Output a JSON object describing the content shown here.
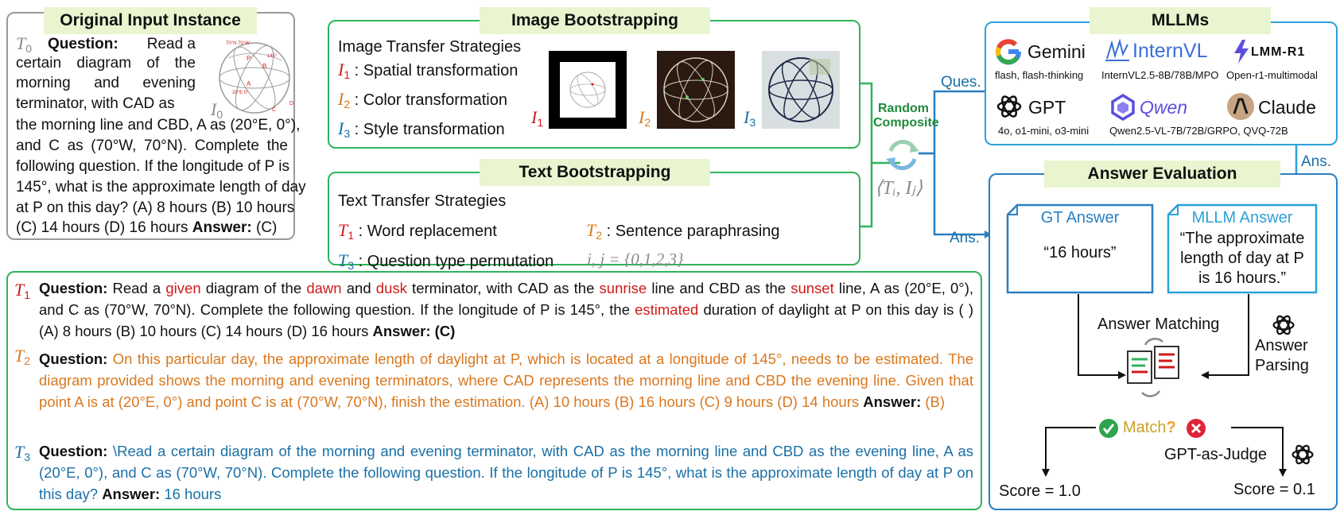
{
  "original": {
    "title": "Original Input Instance",
    "t0": "T",
    "t0_sub": "0",
    "question_label": "Question:",
    "lines_narrow": [
      "Read a",
      "certain diagram of the",
      "morning and evening",
      "terminator, with CAD as"
    ],
    "lines_full": [
      "the morning line and CBD, A as (20°E, 0°),",
      "and C as (70°W, 70°N). Complete the",
      "following question. If the longitude of P is",
      "145°, what is the approximate length of day",
      "at P on this day? (A) 8 hours  (B) 10 hours",
      "(C) 14 hours  (D) 16 hours"
    ],
    "answer_label": "Answer:",
    "answer_value": "(C)",
    "i0": "I",
    "i0_sub": "0",
    "globe_labels": [
      "70°N 70°W",
      "145°",
      "B",
      "P",
      "A",
      "20°E 0°",
      "C",
      "D"
    ]
  },
  "image_boot": {
    "title": "Image Bootstrapping",
    "heading": "Image Transfer Strategies",
    "items": [
      {
        "sym": "I",
        "sub": "1",
        "text": " : Spatial transformation",
        "color": "#d01b1b"
      },
      {
        "sym": "I",
        "sub": "2",
        "text": " : Color transformation",
        "color": "#d9781f"
      },
      {
        "sym": "I",
        "sub": "3",
        "text": " : Style transformation",
        "color": "#1a70a6"
      }
    ],
    "thumbs": [
      {
        "sym": "I",
        "sub": "1",
        "color": "#d01b1b"
      },
      {
        "sym": "I",
        "sub": "2",
        "color": "#d9781f"
      },
      {
        "sym": "I",
        "sub": "3",
        "color": "#1a70a6"
      }
    ]
  },
  "text_boot": {
    "title": "Text Bootstrapping",
    "heading": "Text Transfer Strategies",
    "items": [
      {
        "sym": "T",
        "sub": "1",
        "text": " : Word replacement",
        "color": "#d01b1b"
      },
      {
        "sym": "T",
        "sub": "2",
        "text": " : Sentence paraphrasing",
        "color": "#d9781f"
      },
      {
        "sym": "T",
        "sub": "3",
        "text": " : Question type permutation",
        "color": "#1a70a6"
      }
    ],
    "index_formula": "i, j = {0,1,2,3}"
  },
  "composite": {
    "label_line1": "Random",
    "label_line2": "Composite",
    "pair": "⟨Tᵢ, Iⱼ⟩",
    "ques": "Ques.",
    "ans_left": "Ans.",
    "ans_right": "Ans."
  },
  "mllms": {
    "title": "MLLMs",
    "models": [
      {
        "name": "Gemini",
        "variants": "flash, flash-thinking",
        "color": "#333333"
      },
      {
        "name": "InternVL",
        "variants": "InternVL2.5-8B/78B/MPO",
        "color": "#3b6fd8"
      },
      {
        "name": "LMM-R1",
        "variants": "Open-r1-multimodal",
        "color": "#222222"
      },
      {
        "name": "GPT",
        "variants": "4o, o1-mini, o3-mini",
        "color": "#111111"
      },
      {
        "name": "Qwen",
        "variants": "Qwen2.5-VL-7B/72B/GRPO, QVQ-72B",
        "color": "#5b4fe0"
      },
      {
        "name": "Claude",
        "variants": "",
        "color": "#111111"
      }
    ]
  },
  "evaluation": {
    "title": "Answer Evaluation",
    "gt_title": "GT Answer",
    "gt_value": "“16 hours”",
    "mllm_title": "MLLM Answer",
    "mllm_lines": [
      "“The approximate",
      "length of day at P",
      "is 16 hours.”"
    ],
    "matching": "Answer Matching",
    "parsing_line1": "Answer",
    "parsing_line2": "Parsing",
    "match": "Match",
    "question_mark": "?",
    "judge": "GPT-as-Judge",
    "score_left": "Score = 1.0",
    "score_right": "Score = 0.1"
  },
  "examples": {
    "t1": {
      "sym": "T",
      "sub": "1",
      "label": "Question:",
      "segments": [
        {
          "text": " Read a ",
          "c": "k"
        },
        {
          "text": "given",
          "c": "r"
        },
        {
          "text": " diagram of the ",
          "c": "k"
        },
        {
          "text": "dawn",
          "c": "r"
        },
        {
          "text": " and ",
          "c": "k"
        },
        {
          "text": "dusk",
          "c": "r"
        },
        {
          "text": " terminator, with CAD as the ",
          "c": "k"
        },
        {
          "text": "sunrise",
          "c": "r"
        },
        {
          "text": " line and CBD as the ",
          "c": "k"
        },
        {
          "text": "sunset",
          "c": "r"
        },
        {
          "text": " line, A as (20°E, 0°), and C as (70°W, 70°N). Complete the following question. If the longitude of P is 145°, the ",
          "c": "k"
        },
        {
          "text": "estimated",
          "c": "r"
        },
        {
          "text": " duration of daylight at P on this day is ( ) (A) 8 hours   (B) 10 hours  (C) 14 hours  (D) 16 hours  ",
          "c": "k"
        }
      ],
      "answer_label": "Answer:",
      "answer_value": " (C)"
    },
    "t2": {
      "sym": "T",
      "sub": "2",
      "label": "Question:",
      "text": " On this particular day, the approximate length of daylight at P, which is located at a longitude of 145°, needs to be estimated. The diagram provided shows the morning and evening terminators, where CAD represents the morning line and CBD the evening line. Given that point A is at (20°E, 0°) and point C is at (70°W, 70°N), finish the estimation. (A) 10 hours (B) 16 hours (C) 9 hours (D) 14 hours ",
      "answer_label": "Answer:",
      "answer_value": " (B)"
    },
    "t3": {
      "sym": "T",
      "sub": "3",
      "label": "Question:",
      "text": " \\Read a certain diagram of the morning and evening terminator, with CAD as the morning line and CBD as the evening line, A as (20°E, 0°), and C as (70°W, 70°N). Complete the following question. If the longitude of P is 145°, what is the approximate length of day at P on this day? ",
      "answer_label": "Answer:",
      "answer_value": " 16 hours"
    }
  },
  "colors": {
    "original_border": "#9a9a9a",
    "green_border": "#2fb35a",
    "blue_border": "#2a7fc1",
    "title_fill": "#e8f5cf",
    "red": "#d01b1b",
    "orange": "#d9781f",
    "blue": "#1a70a6"
  }
}
